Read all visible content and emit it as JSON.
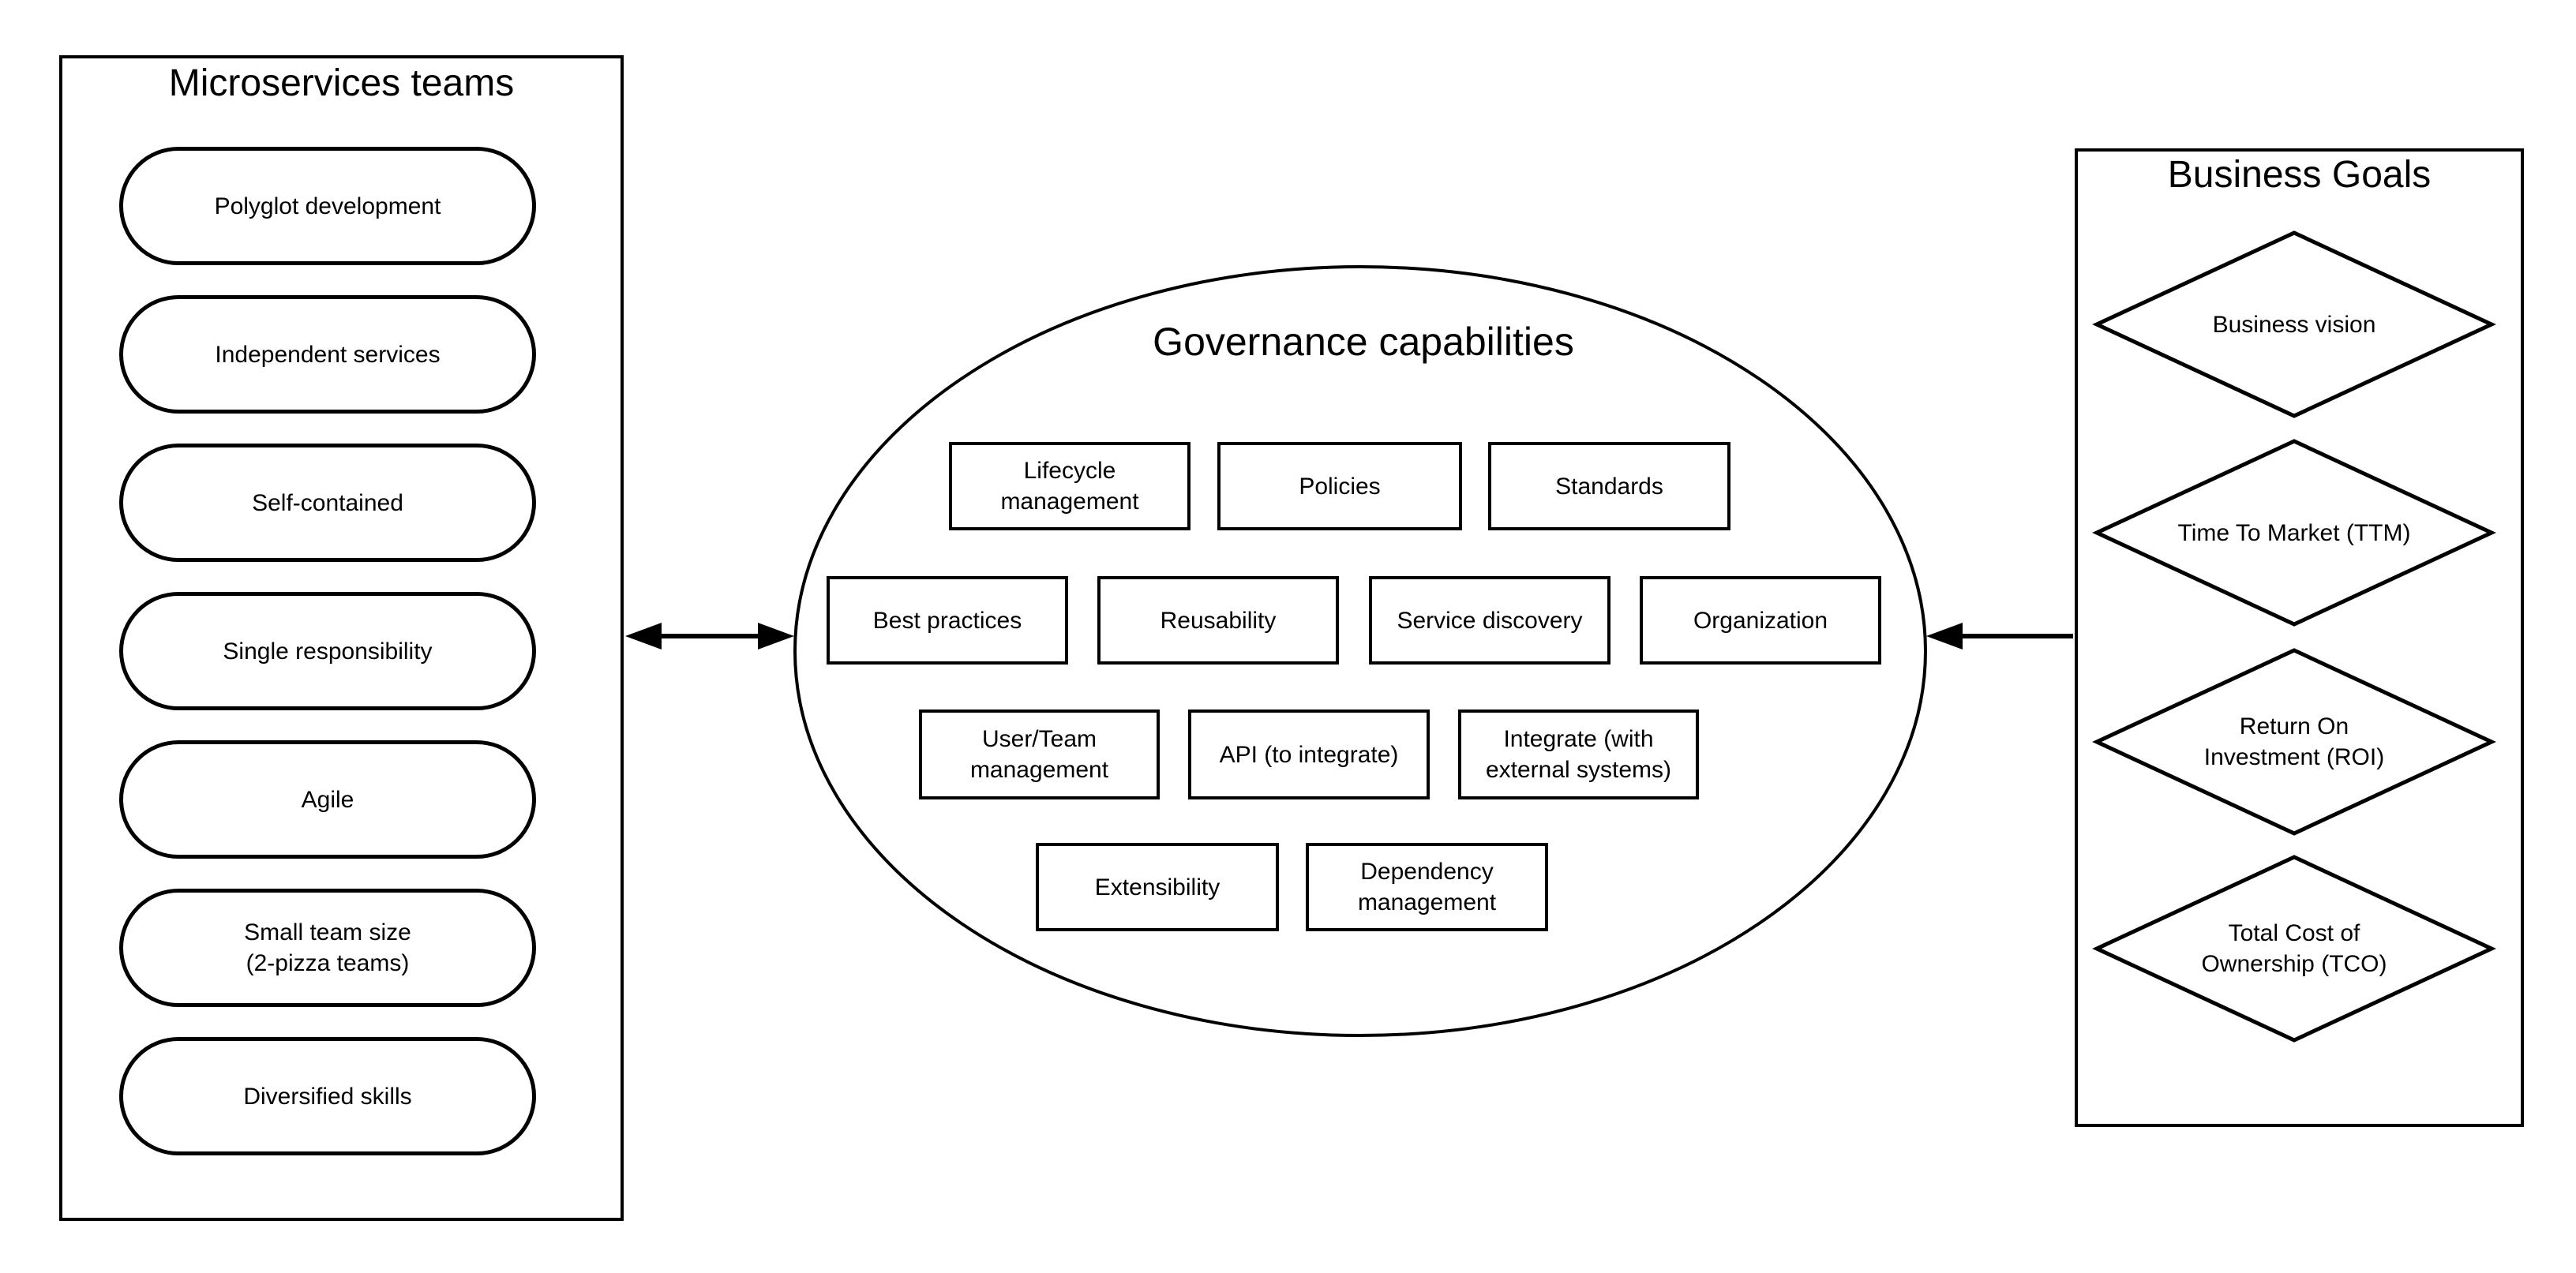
{
  "colors": {
    "stroke": "#000000",
    "background": "#ffffff",
    "text": "#000000"
  },
  "left_panel": {
    "title": "Microservices teams",
    "items": [
      "Polyglot development",
      "Independent services",
      "Self-contained",
      "Single responsibility",
      "Agile",
      "Small team size\n(2-pizza teams)",
      "Diversified skills"
    ]
  },
  "governance": {
    "title": "Governance capabilities",
    "row1": [
      "Lifecycle\nmanagement",
      "Policies",
      "Standards"
    ],
    "row2": [
      "Best practices",
      "Reusability",
      "Service discovery",
      "Organization"
    ],
    "row3": [
      "User/Team\nmanagement",
      "API (to integrate)",
      "Integrate (with\nexternal systems)"
    ],
    "row4": [
      "Extensibility",
      "Dependency\nmanagement"
    ]
  },
  "business_goals": {
    "title": "Business Goals",
    "items": [
      "Business vision",
      "Time To Market (TTM)",
      "Return On\nInvestment (ROI)",
      "Total Cost of\nOwnership (TCO)"
    ]
  }
}
